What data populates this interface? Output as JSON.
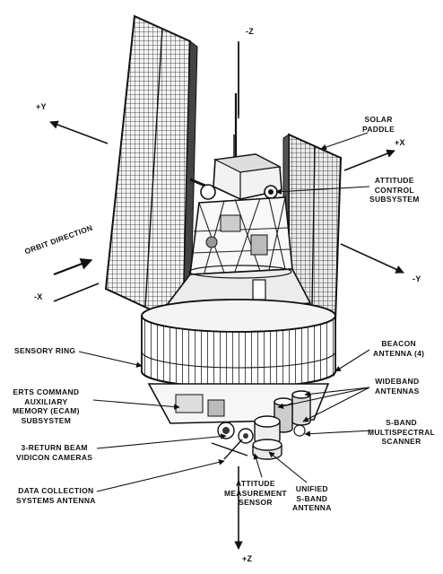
{
  "axes": {
    "neg_z": "-Z",
    "pos_y": "+Y",
    "pos_x": "+X",
    "neg_x": "-X",
    "neg_y": "-Y",
    "pos_z": "+Z"
  },
  "labels": {
    "orbit_direction": "ORBIT DIRECTION",
    "solar_paddle": [
      "SOLAR",
      "PADDLE"
    ],
    "attitude_control": [
      "ATTITUDE",
      "CONTROL",
      "SUBSYSTEM"
    ],
    "sensory_ring": "SENSORY RING",
    "beacon_antenna": [
      "BEACON",
      "ANTENNA (4)"
    ],
    "wideband_antennas": [
      "WIDEBAND",
      "ANTENNAS"
    ],
    "erts_command": [
      "ERTS COMMAND",
      "AUXILIARY",
      "MEMORY (ECAM)",
      "SUBSYSTEM"
    ],
    "s_band_scanner": [
      "S-BAND",
      "MULTISPECTRAL",
      "SCANNER"
    ],
    "rbv_cameras": [
      "3-RETURN BEAM",
      "VIDICON CAMERAS"
    ],
    "data_collection": [
      "DATA COLLECTION",
      "SYSTEMS ANTENNA"
    ],
    "attitude_measurement": [
      "ATTITUDE",
      "MEASUREMENT",
      "SENSOR"
    ],
    "unified_s_band": [
      "UNIFIED",
      "S-BAND",
      "ANTENNA"
    ]
  }
}
